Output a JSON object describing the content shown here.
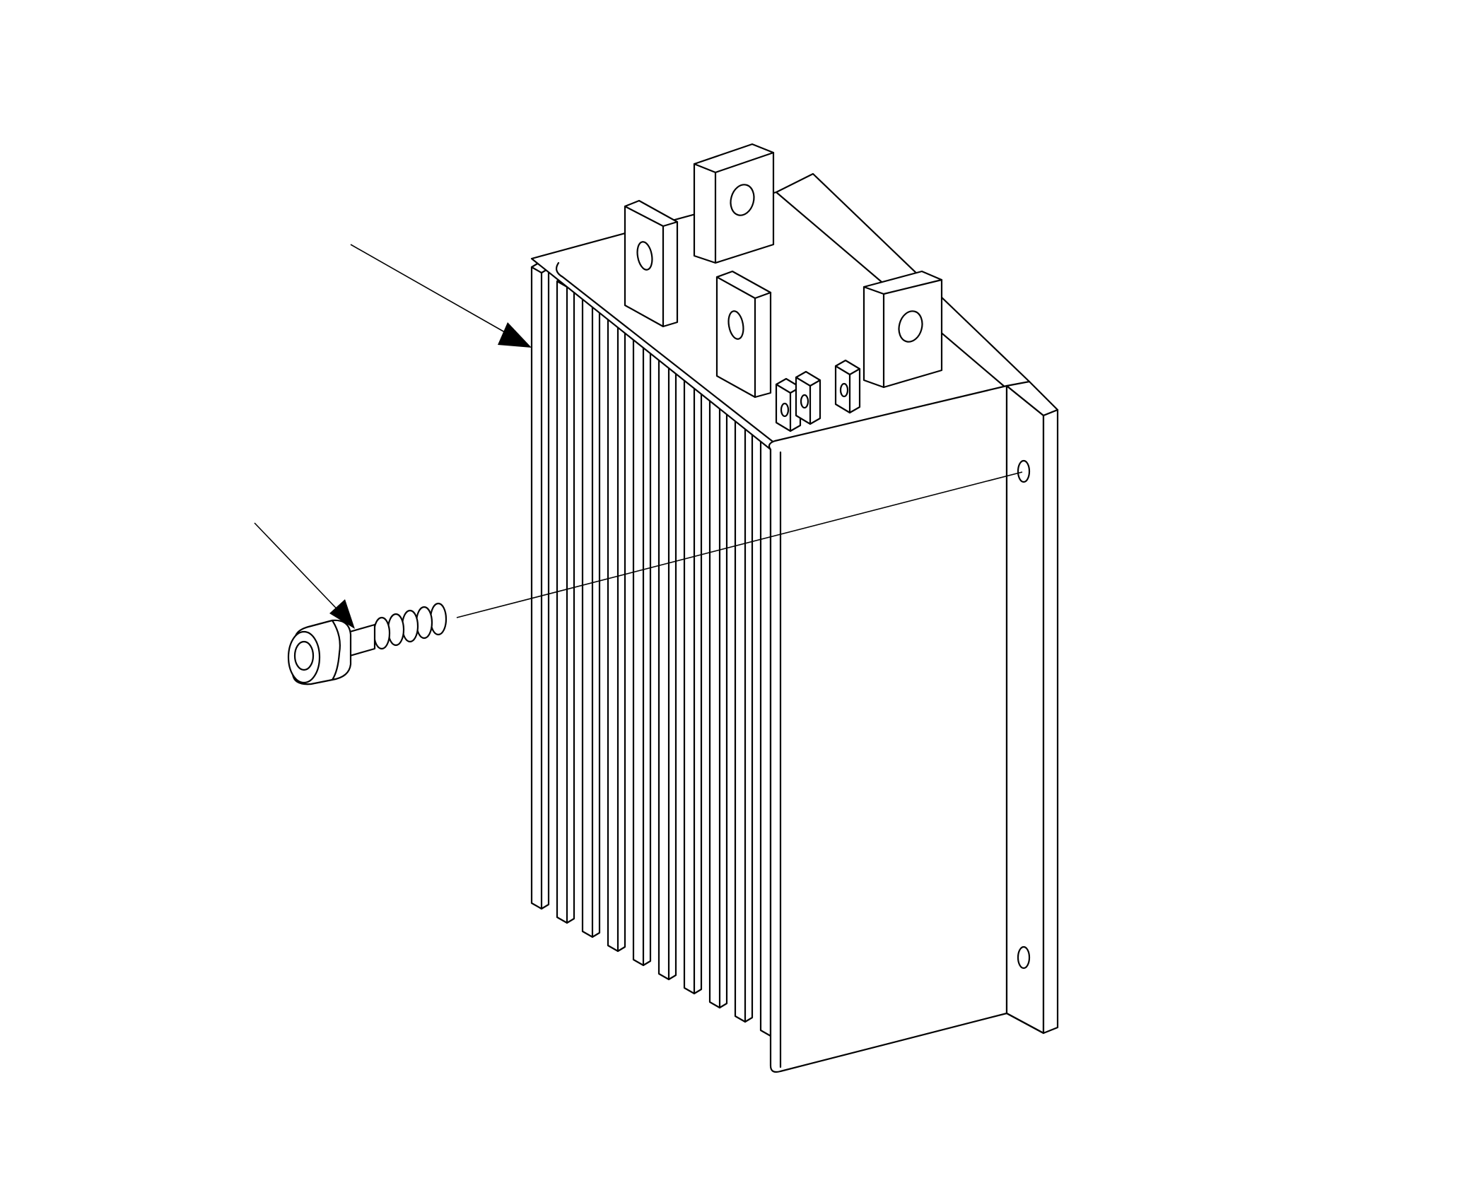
{
  "figure": {
    "subject": "controller-heatsink-mounting-exploded-view",
    "background": "#ffffff",
    "line_color": "#000000",
    "parts": [
      {
        "name": "controller-with-finned-heatsink",
        "fins": 10,
        "power_terminals": 4,
        "small_terminals": 3,
        "mounting_holes": 2
      },
      {
        "name": "socket-head-cap-screw",
        "thread_turns": 5
      }
    ],
    "callouts": [
      {
        "name": "controller-leader",
        "target": "controller-with-finned-heatsink"
      },
      {
        "name": "screw-leader",
        "target": "socket-head-cap-screw"
      }
    ],
    "alignment_lines": [
      {
        "name": "screw-to-hole-line",
        "from": "socket-head-cap-screw",
        "to": "mounting-hole-upper"
      }
    ]
  }
}
